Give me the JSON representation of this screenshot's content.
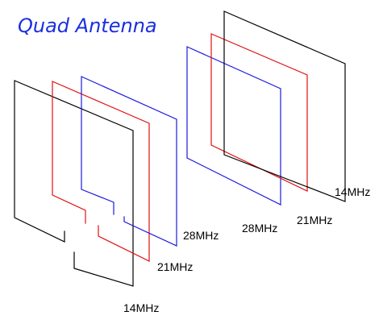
{
  "title": "Quad Antenna",
  "colors": {
    "band_14": "#000000",
    "band_21": "#e01010",
    "band_28": "#1a1ae0",
    "title": "#1a2fe0"
  },
  "driven_elements": {
    "labels": {
      "band_28": "28MHz",
      "band_21": "21MHz",
      "band_14": "14MHz"
    }
  },
  "reflector_elements": {
    "labels": {
      "band_28": "28MHz",
      "band_21": "21MHz",
      "band_14": "14MHz"
    }
  }
}
